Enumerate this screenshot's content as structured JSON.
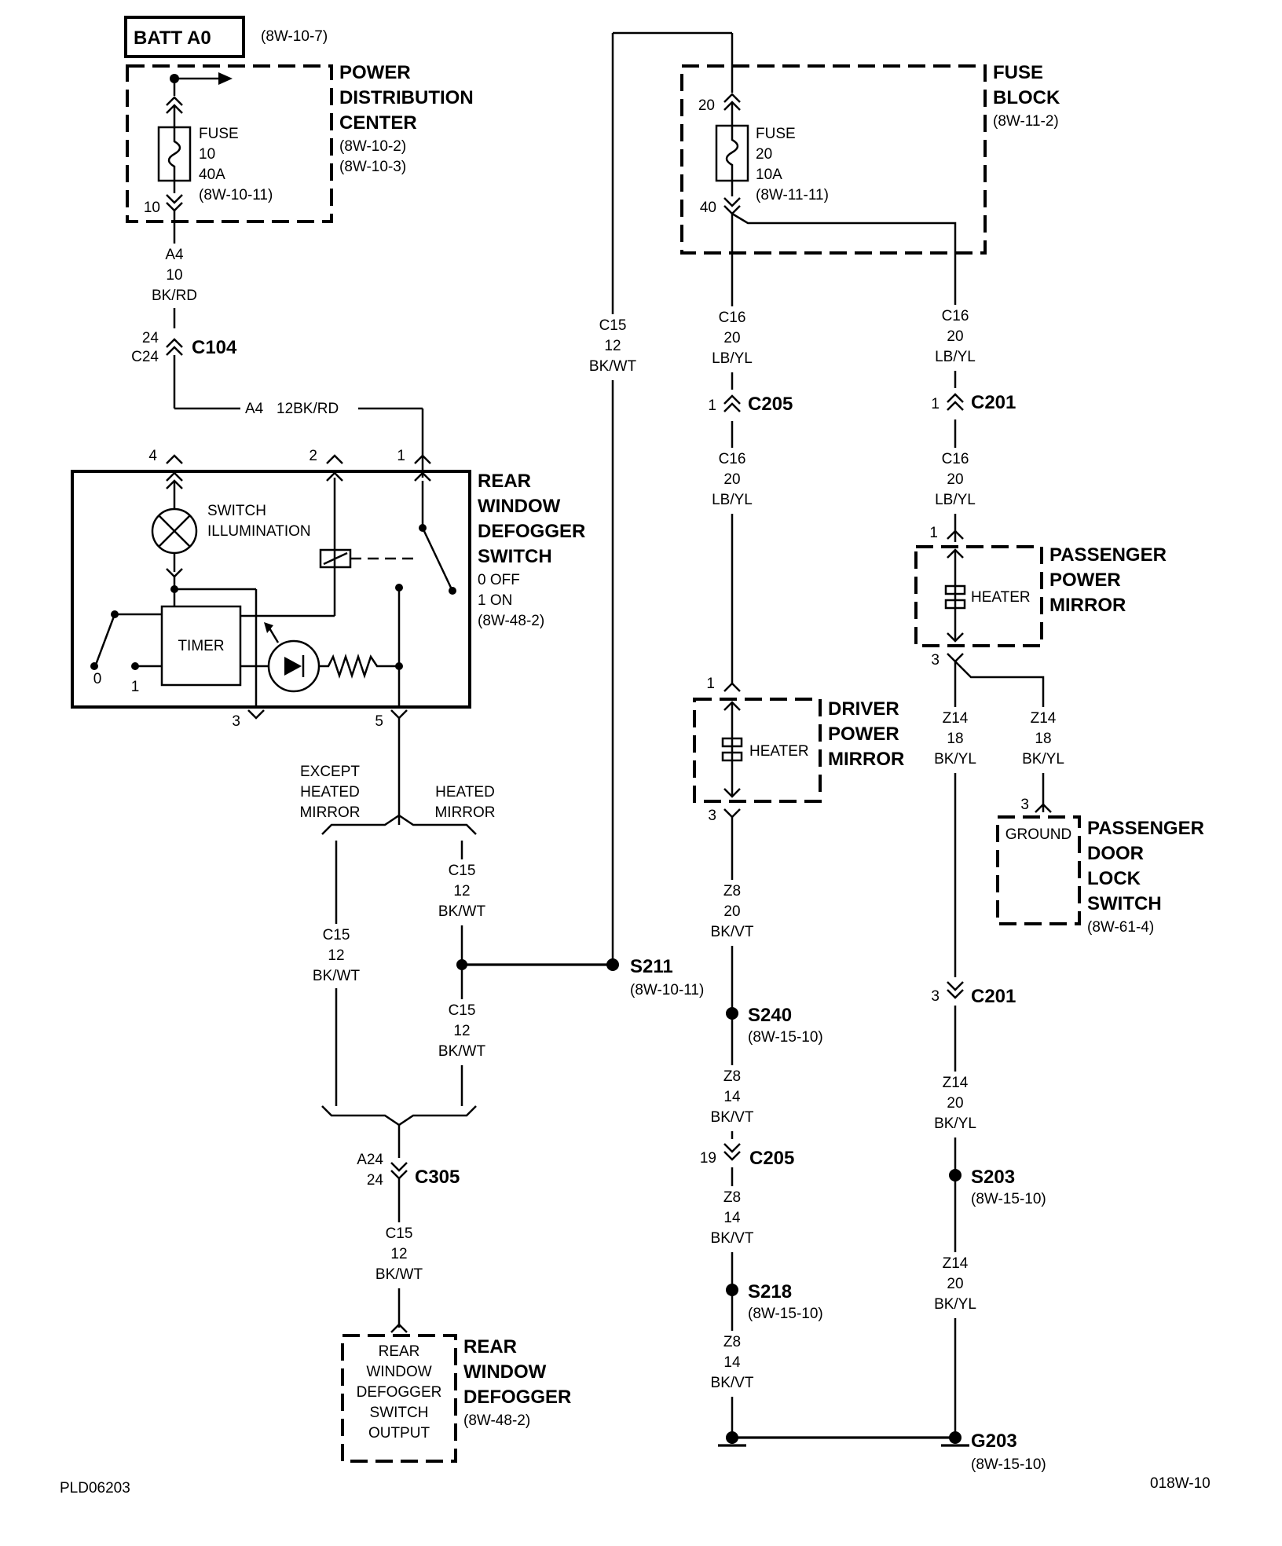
{
  "diagram": {
    "ref_left": "PLD06203",
    "ref_right": "018W-10",
    "batt": {
      "label": "BATT A0",
      "ref": "(8W-10-7)"
    },
    "pdc": {
      "title": [
        "POWER",
        "DISTRIBUTION",
        "CENTER"
      ],
      "refs": [
        "(8W-10-2)",
        "(8W-10-3)"
      ],
      "fuse": [
        "FUSE",
        "10",
        "40A",
        "(8W-10-11)"
      ],
      "pin": "10"
    },
    "fuse_block": {
      "title": [
        "FUSE",
        "BLOCK"
      ],
      "ref": "(8W-11-2)",
      "fuse": [
        "FUSE",
        "20",
        "10A",
        "(8W-11-11)"
      ],
      "pin_top": "20",
      "pin_bottom": "40"
    },
    "wire_a4": [
      "A4",
      "10",
      "BK/RD"
    ],
    "c104": {
      "name": "C104",
      "pins": [
        "24",
        "C24"
      ]
    },
    "a4_run": {
      "circuit": "A4",
      "gauge_color": "12BK/RD"
    },
    "switch": {
      "title": [
        "REAR",
        "WINDOW",
        "DEFOGGER",
        "SWITCH"
      ],
      "states": [
        "0 OFF",
        "1 ON"
      ],
      "ref": "(8W-48-2)",
      "illum": [
        "SWITCH",
        "ILLUMINATION"
      ],
      "timer": "TIMER",
      "pins": {
        "p4": "4",
        "p2": "2",
        "p1": "1",
        "p3": "3",
        "p5": "5"
      },
      "pos0": "0",
      "pos1": "1"
    },
    "except_heated": [
      "EXCEPT",
      "HEATED",
      "MIRROR"
    ],
    "heated": [
      "HEATED",
      "MIRROR"
    ],
    "wire_c15": [
      "C15",
      "12",
      "BK/WT"
    ],
    "s211": {
      "name": "S211",
      "ref": "(8W-10-11)"
    },
    "c305": {
      "name": "C305",
      "pins": [
        "A24",
        "24"
      ]
    },
    "rear_defogger": {
      "title": [
        "REAR",
        "WINDOW",
        "DEFOGGER"
      ],
      "ref": "(8W-48-2)",
      "inner": [
        "REAR",
        "WINDOW",
        "DEFOGGER",
        "SWITCH",
        "OUTPUT"
      ]
    },
    "wire_c16": [
      "C16",
      "20",
      "LB/YL"
    ],
    "c205": {
      "name": "C205",
      "pin": "1"
    },
    "c201": {
      "name": "C201",
      "pin": "1"
    },
    "driver_mirror": {
      "title": [
        "DRIVER",
        "POWER",
        "MIRROR"
      ],
      "heater": "HEATER",
      "pin_top": "1",
      "pin_bottom": "3"
    },
    "pass_mirror": {
      "title": [
        "PASSENGER",
        "POWER",
        "MIRROR"
      ],
      "heater": "HEATER",
      "pin_top": "1",
      "pin_bottom": "3"
    },
    "wire_z8_20": [
      "Z8",
      "20",
      "BK/VT"
    ],
    "wire_z8_14": [
      "Z8",
      "14",
      "BK/VT"
    ],
    "s240": {
      "name": "S240",
      "ref": "(8W-15-10)"
    },
    "c205b": {
      "name": "C205",
      "pin": "19"
    },
    "s218": {
      "name": "S218",
      "ref": "(8W-15-10)"
    },
    "wire_z14_18": [
      "Z14",
      "18",
      "BK/YL"
    ],
    "door_lock": {
      "title": [
        "PASSENGER",
        "DOOR",
        "LOCK",
        "SWITCH"
      ],
      "ref": "(8W-61-4)",
      "inner": "GROUND",
      "pin": "3"
    },
    "c201b": {
      "name": "C201",
      "pin": "3"
    },
    "wire_z14_20": [
      "Z14",
      "20",
      "BK/YL"
    ],
    "s203": {
      "name": "S203",
      "ref": "(8W-15-10)"
    },
    "g203": {
      "name": "G203",
      "ref": "(8W-15-10)"
    }
  }
}
